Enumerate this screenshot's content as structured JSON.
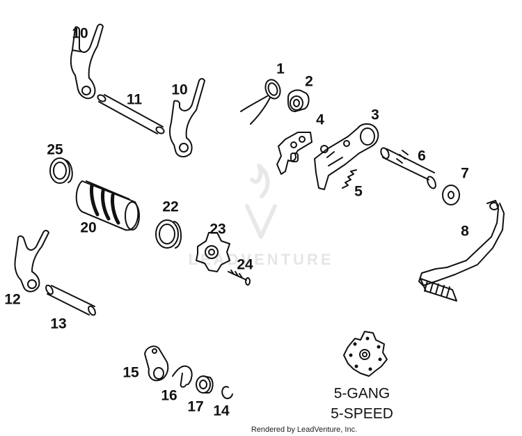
{
  "diagram": {
    "callouts": {
      "p1": "1",
      "p2": "2",
      "p3": "3",
      "p4": "4",
      "p5": "5",
      "p6": "6",
      "p7": "7",
      "p8": "8",
      "p10a": "10",
      "p10b": "10",
      "p11": "11",
      "p12": "12",
      "p13": "13",
      "p14": "14",
      "p15": "15",
      "p16": "16",
      "p17": "17",
      "p20": "20",
      "p22": "22",
      "p23": "23",
      "p24": "24",
      "p25": "25"
    },
    "caption_line1": "5-GANG",
    "caption_line2": "5-SPEED",
    "watermark": "LEADVENTURE",
    "footer": "Rendered by LeadVenture, Inc."
  }
}
